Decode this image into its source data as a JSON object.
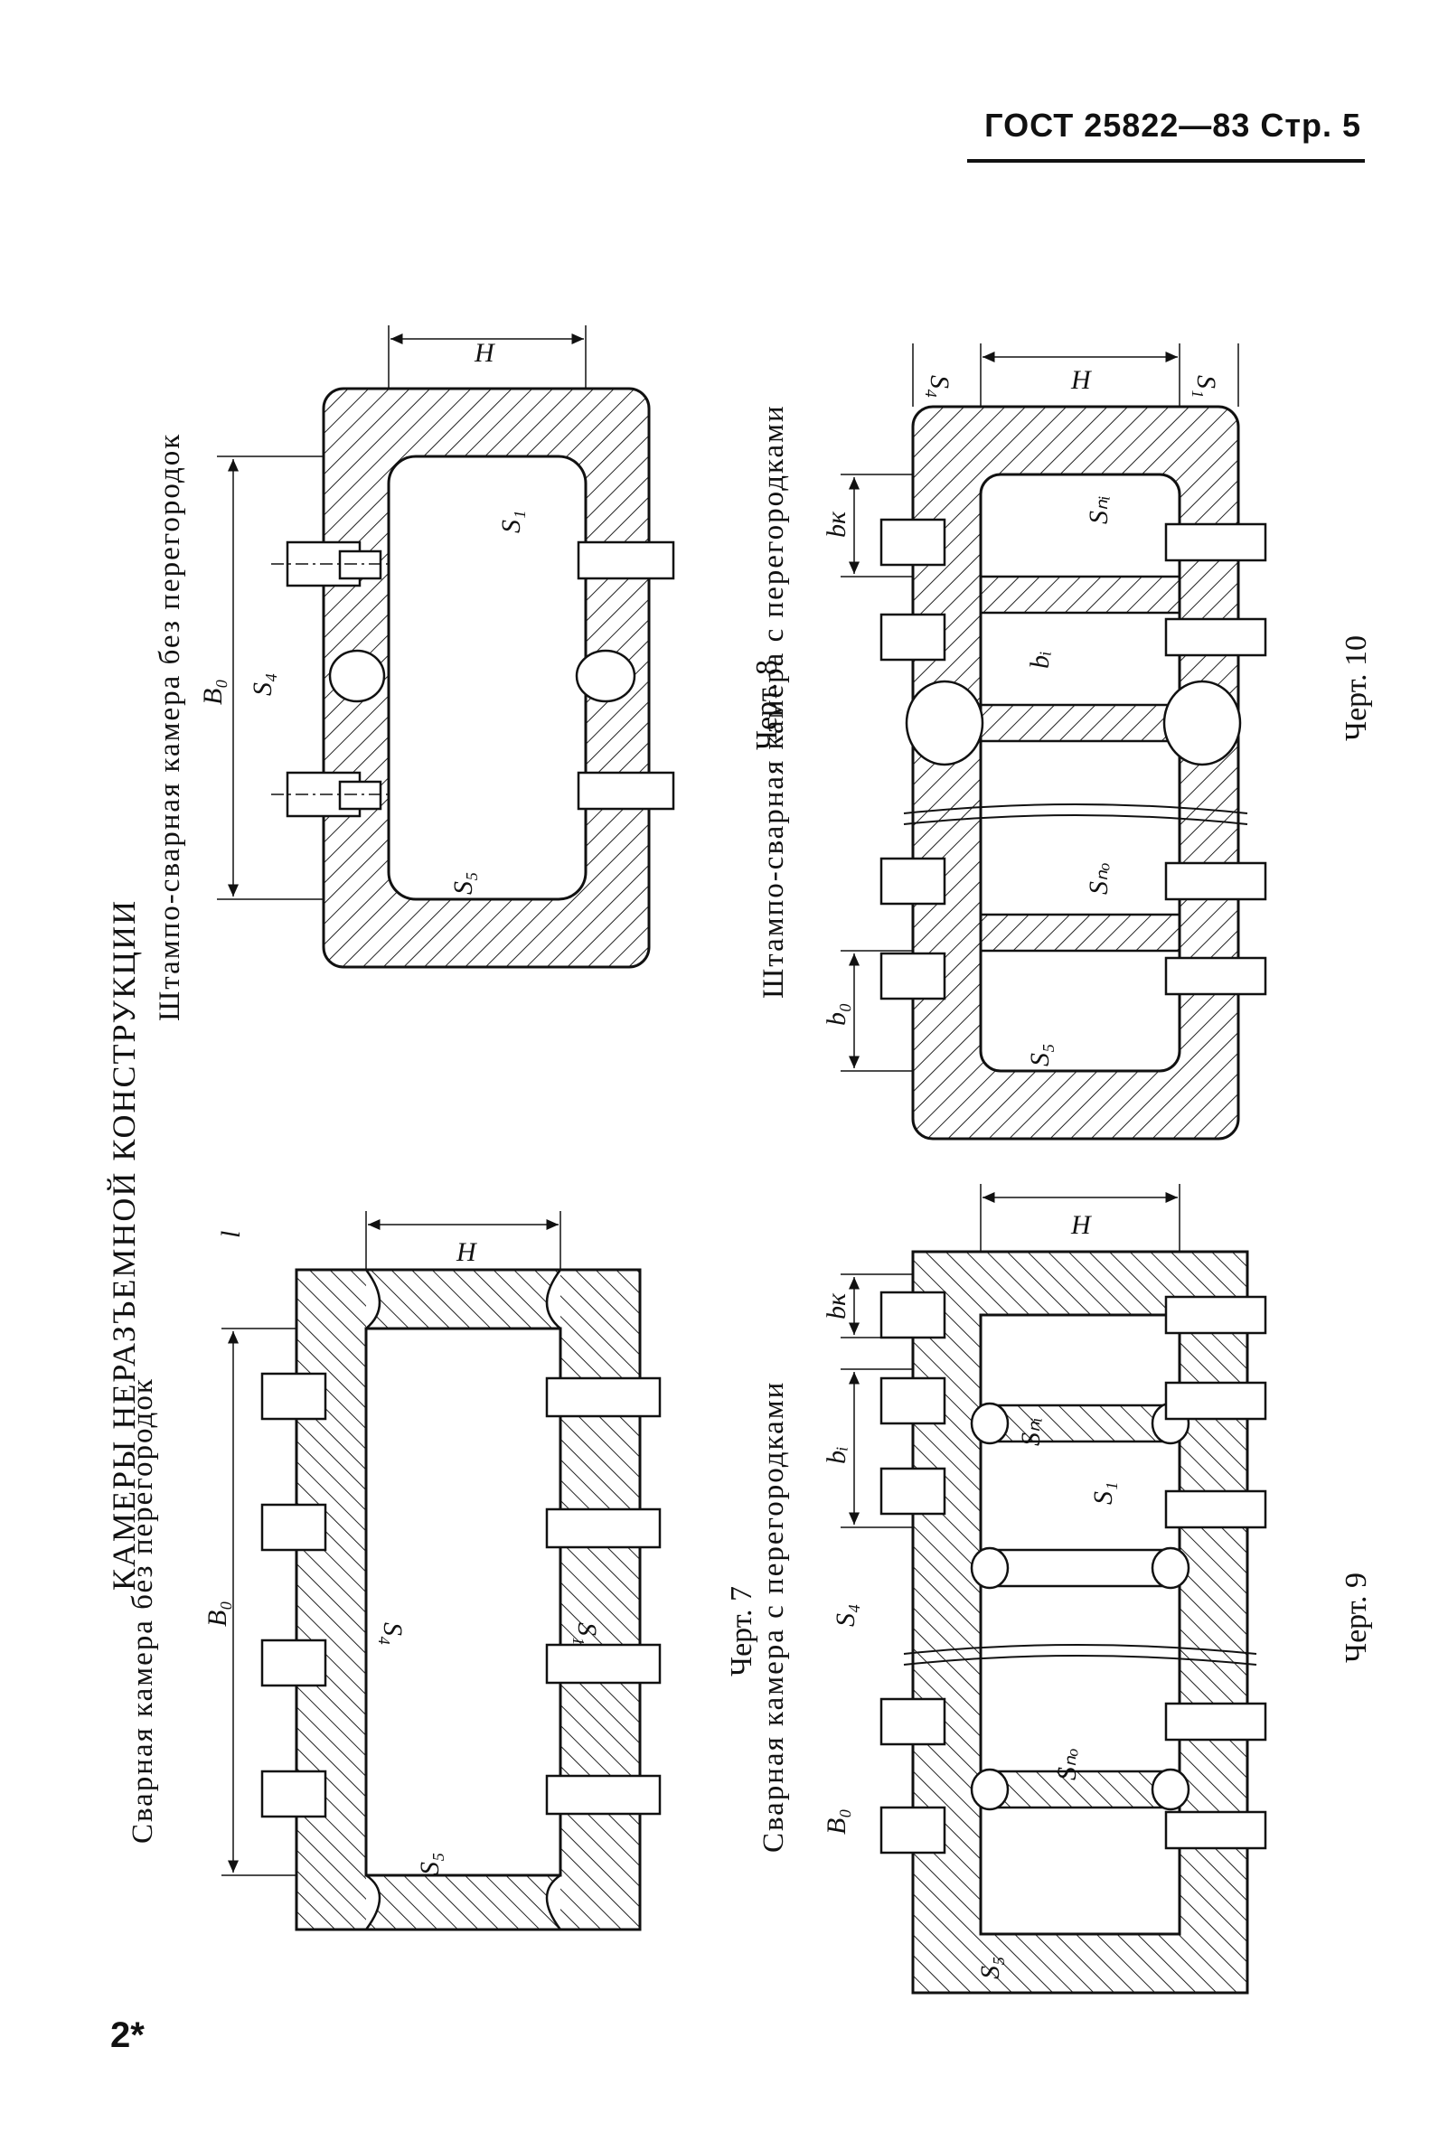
{
  "header": {
    "standard": "ГОСТ 25822—83 Стр. 5"
  },
  "page": {
    "number": "2*"
  },
  "section": {
    "title": "КАМЕРЫ НЕРАЗЪЕМНОЙ КОНСТРУКЦИИ"
  },
  "figures": [
    {
      "subtitle": "Штампо-сварная камера без перегородок",
      "caption": "Черт. 8",
      "dims": {
        "H": "H",
        "B0": "B₀",
        "S1": "S₁",
        "S4": "S₄",
        "S5": "S₅"
      }
    },
    {
      "subtitle": "Сварная камера без перегородок",
      "caption": "Черт. 7",
      "dims": {
        "H": "H",
        "B0": "B₀",
        "S1": "S₁",
        "S4": "S₄",
        "S5": "S₅",
        "l": "l"
      }
    },
    {
      "subtitle": "Штампо-сварная камера с перегородками",
      "caption": "Черт. 10",
      "dims": {
        "H": "H",
        "S4": "S₄",
        "S1": "S₁",
        "bk": "bк",
        "bi": "bᵢ",
        "b0": "b₀",
        "Sni": "Sₙᵢ",
        "Sno": "Sₙₒ",
        "S5": "S₅"
      }
    },
    {
      "subtitle": "Сварная камера с перегородками",
      "caption": "Черт. 9",
      "dims": {
        "H": "H",
        "bk": "bк",
        "bi": "bᵢ",
        "B0": "B₀",
        "Sni": "Sₙᵢ",
        "Sno": "Sₙₒ",
        "S1": "S₁",
        "S4": "S₄",
        "S5": "S₅"
      }
    }
  ]
}
